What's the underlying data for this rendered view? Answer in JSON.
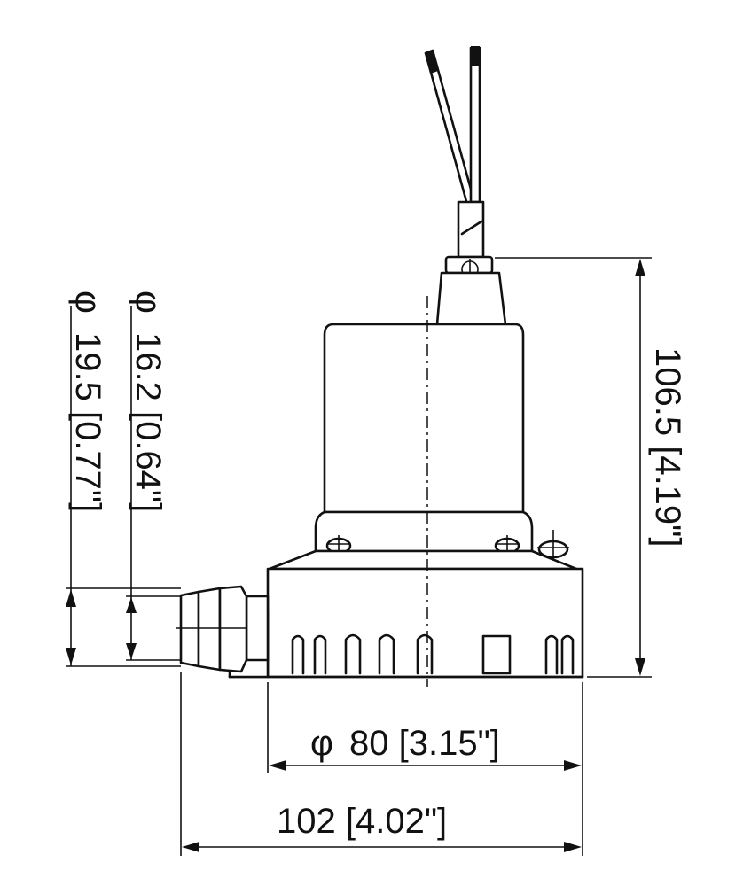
{
  "drawing": {
    "dimensions": {
      "height": "106.5 [4.19\"]",
      "inlet_outer_diameter": "19.5 [0.77\"]",
      "inlet_inner_diameter": "16.2 [0.64\"]",
      "base_diameter": "80 [3.15\"]",
      "total_width": "102 [4.02\"]"
    },
    "diameter_symbol": "φ",
    "colors": {
      "line": "#111111",
      "background": "#ffffff"
    }
  }
}
